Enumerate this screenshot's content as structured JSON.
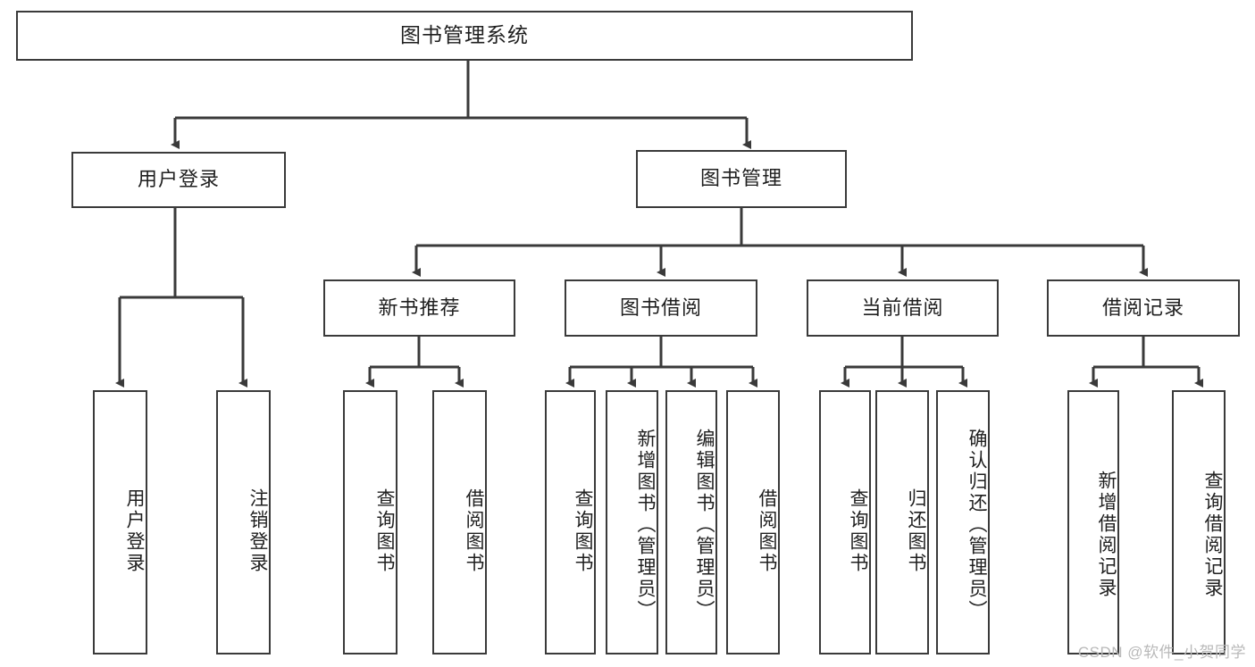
{
  "diagram": {
    "title_text": "图书管理系统",
    "root": {
      "id": "root",
      "label": "图书管理系统"
    },
    "level2": [
      {
        "id": "user-login",
        "label": "用户登录"
      },
      {
        "id": "book-manage",
        "label": "图书管理"
      }
    ],
    "level3": [
      {
        "id": "new-book-recommend",
        "label": "新书推荐"
      },
      {
        "id": "book-borrow",
        "label": "图书借阅"
      },
      {
        "id": "current-borrow",
        "label": "当前借阅"
      },
      {
        "id": "borrow-record",
        "label": "借阅记录"
      }
    ],
    "leaves": {
      "user_login": [
        {
          "id": "leaf-user-login",
          "label": "用户登录"
        },
        {
          "id": "leaf-user-logout",
          "label": "注销登录"
        }
      ],
      "new_book_recommend": [
        {
          "id": "leaf-query-book-1",
          "label": "查询图书"
        },
        {
          "id": "leaf-borrow-book-1",
          "label": "借阅图书"
        }
      ],
      "book_borrow": [
        {
          "id": "leaf-query-book-2",
          "label": "查询图书"
        },
        {
          "id": "leaf-add-book",
          "label": "新增图书（管理员）"
        },
        {
          "id": "leaf-edit-book",
          "label": "编辑图书（管理员）"
        },
        {
          "id": "leaf-borrow-book-2",
          "label": "借阅图书"
        }
      ],
      "current_borrow": [
        {
          "id": "leaf-query-book-3",
          "label": "查询图书"
        },
        {
          "id": "leaf-return-book",
          "label": "归还图书"
        },
        {
          "id": "leaf-confirm-return",
          "label": "确认归还（管理员）"
        }
      ],
      "borrow_record": [
        {
          "id": "leaf-add-record",
          "label": "新增借阅记录"
        },
        {
          "id": "leaf-query-record",
          "label": "查询借阅记录"
        }
      ]
    }
  },
  "watermark": {
    "text": "CSDN @软件_小贺同学"
  },
  "colors": {
    "box_border": "#3a3a3a",
    "box_fill": "#ffffff",
    "text": "#1f1f1f",
    "connector": "#3a3a3a",
    "watermark": "#b9b9b9"
  }
}
